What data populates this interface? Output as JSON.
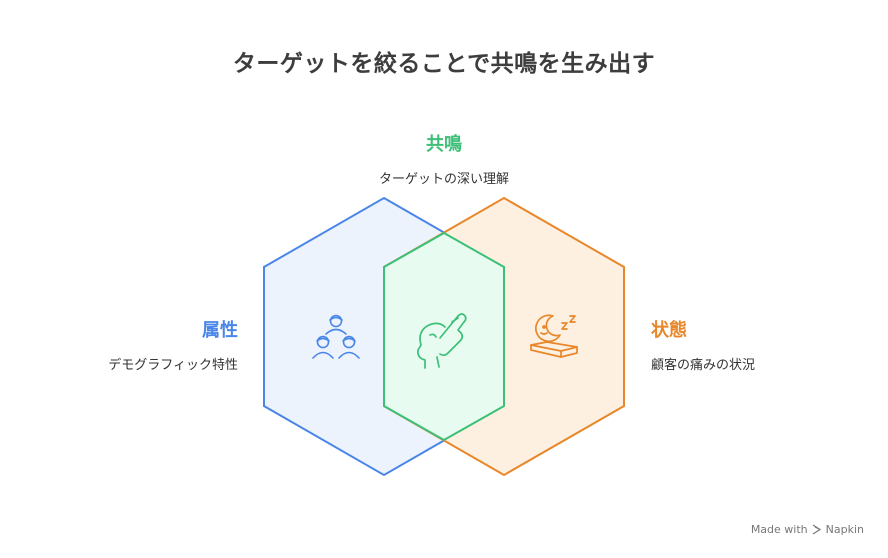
{
  "title": "ターゲットを絞ることで共鳴を生み出す",
  "sets": {
    "overlap": {
      "heading": "共鳴",
      "description": "ターゲットの深い理解",
      "icon": "hand-on-head-icon"
    },
    "left": {
      "heading": "属性",
      "description": "デモグラフィック特性",
      "icon": "people-group-icon"
    },
    "right": {
      "heading": "状態",
      "description": "顧客の痛みの状況",
      "icon": "sleeping-moon-icon"
    }
  },
  "colors": {
    "blue": "#4a86e8",
    "blue_fill": "#edf3fd",
    "orange": "#e8872a",
    "orange_fill": "#fef0e1",
    "green": "#3cbf77",
    "green_fill": "#e8fbf0",
    "title": "#3d3d3d"
  },
  "footer": {
    "made_with": "Made with",
    "brand": "Napkin"
  }
}
